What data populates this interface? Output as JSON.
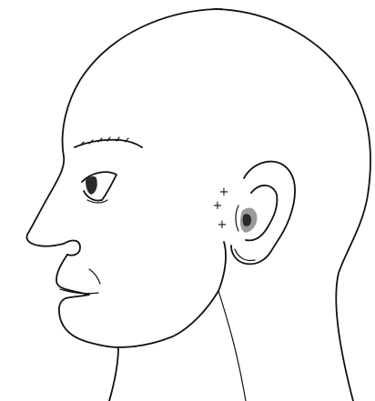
{
  "illustration": {
    "subject": "head-profile-left-facing",
    "line_color": "#111111",
    "background_color": "#ffffff"
  },
  "markers": [
    {
      "name": "marker-upper",
      "glyph": "+"
    },
    {
      "name": "marker-middle",
      "glyph": "+"
    },
    {
      "name": "marker-lower",
      "glyph": "+"
    }
  ]
}
